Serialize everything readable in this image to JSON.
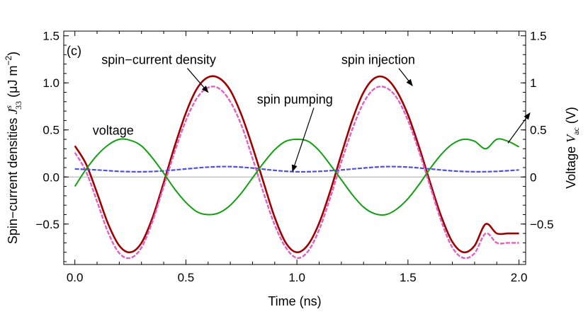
{
  "chart_data": {
    "type": "line",
    "panel_label": "(c)",
    "xlabel": "Time  (ns)",
    "ylabel_left": {
      "prefix": "Spin−current  densities  ",
      "symbol": "J",
      "superscript": "s",
      "subscript": "33",
      "unit": "  (μJ m",
      "unit_exp": "−2",
      "unit_close": ")"
    },
    "ylabel_right": {
      "prefix": "Voltage  ",
      "symbol": "V",
      "subscript": "ac",
      "unit": "  (V)"
    },
    "xlim": [
      -0.05,
      2.03
    ],
    "ylim": [
      -0.93,
      1.55
    ],
    "xticks": [
      {
        "value": 0.0,
        "label": "0.0"
      },
      {
        "value": 0.5,
        "label": "0.5"
      },
      {
        "value": 1.0,
        "label": "1.0"
      },
      {
        "value": 1.5,
        "label": "1.5"
      },
      {
        "value": 2.0,
        "label": "2.0"
      }
    ],
    "yticks_left": [
      {
        "value": -0.5,
        "label": "−0.5"
      },
      {
        "value": 0.0,
        "label": "0.0"
      },
      {
        "value": 0.5,
        "label": "0.5"
      },
      {
        "value": 1.0,
        "label": "1.0"
      },
      {
        "value": 1.5,
        "label": "1.5"
      }
    ],
    "yticks_right": [
      {
        "value": -0.5,
        "label": "−0.5"
      },
      {
        "value": 0.0,
        "label": "0"
      },
      {
        "value": 0.5,
        "label": "0.5"
      },
      {
        "value": 1.0,
        "label": "1"
      },
      {
        "value": 1.5,
        "label": "1.5"
      }
    ],
    "zero_line_color": "#aaaaaa",
    "series": [
      {
        "name": "spin−current density",
        "color": "#a00000",
        "style": "solid",
        "width": 2.6,
        "x": [
          0.0,
          0.05,
          0.1,
          0.15,
          0.2,
          0.25,
          0.3,
          0.35,
          0.4,
          0.45,
          0.5,
          0.55,
          0.6,
          0.65,
          0.7,
          0.75,
          0.8,
          0.85,
          0.9,
          0.95,
          1.0,
          1.05,
          1.1,
          1.15,
          1.2,
          1.25,
          1.3,
          1.35,
          1.4,
          1.45,
          1.5,
          1.55,
          1.6,
          1.65,
          1.7,
          1.75,
          1.8,
          1.85,
          1.9,
          1.95,
          2.0
        ],
        "y": [
          0.33,
          0.14,
          -0.17,
          -0.5,
          -0.73,
          -0.8,
          -0.7,
          -0.43,
          -0.06,
          0.33,
          0.68,
          0.94,
          1.06,
          1.05,
          0.92,
          0.66,
          0.32,
          -0.06,
          -0.43,
          -0.7,
          -0.8,
          -0.72,
          -0.49,
          -0.15,
          0.24,
          0.61,
          0.9,
          1.05,
          1.05,
          0.91,
          0.66,
          0.32,
          -0.06,
          -0.42,
          -0.69,
          -0.8,
          -0.73,
          -0.5,
          -0.6,
          -0.6,
          -0.6
        ]
      },
      {
        "name": "spin injection",
        "color": "#e060c0",
        "style": "dashed",
        "width": 2.4,
        "x": [
          0.0,
          0.05,
          0.1,
          0.15,
          0.2,
          0.25,
          0.3,
          0.35,
          0.4,
          0.45,
          0.5,
          0.55,
          0.6,
          0.65,
          0.7,
          0.75,
          0.8,
          0.85,
          0.9,
          0.95,
          1.0,
          1.05,
          1.1,
          1.15,
          1.2,
          1.25,
          1.3,
          1.35,
          1.4,
          1.45,
          1.5,
          1.55,
          1.6,
          1.65,
          1.7,
          1.75,
          1.8,
          1.85,
          1.9,
          1.95,
          2.0
        ],
        "y": [
          0.26,
          0.06,
          -0.26,
          -0.59,
          -0.81,
          -0.86,
          -0.75,
          -0.47,
          -0.1,
          0.27,
          0.6,
          0.84,
          0.95,
          0.94,
          0.8,
          0.55,
          0.2,
          -0.17,
          -0.51,
          -0.75,
          -0.86,
          -0.79,
          -0.56,
          -0.22,
          0.16,
          0.51,
          0.79,
          0.94,
          0.95,
          0.84,
          0.6,
          0.27,
          -0.1,
          -0.47,
          -0.75,
          -0.86,
          -0.81,
          -0.6,
          -0.7,
          -0.7,
          -0.7
        ]
      },
      {
        "name": "spin pumping",
        "color": "#5050e0",
        "style": "dashed",
        "width": 2.2,
        "x": [
          0.0,
          0.1,
          0.2,
          0.3,
          0.4,
          0.5,
          0.6,
          0.7,
          0.8,
          0.9,
          1.0,
          1.1,
          1.2,
          1.3,
          1.4,
          1.5,
          1.6,
          1.7,
          1.8,
          1.9,
          2.0
        ],
        "y": [
          0.085,
          0.075,
          0.06,
          0.055,
          0.065,
          0.085,
          0.105,
          0.11,
          0.095,
          0.07,
          0.055,
          0.06,
          0.075,
          0.095,
          0.11,
          0.105,
          0.085,
          0.065,
          0.055,
          0.06,
          0.075
        ]
      },
      {
        "name": "voltage",
        "color": "#10a010",
        "style": "solid",
        "width": 2.0,
        "x": [
          0.0,
          0.05,
          0.1,
          0.15,
          0.2,
          0.25,
          0.3,
          0.35,
          0.4,
          0.45,
          0.5,
          0.55,
          0.6,
          0.65,
          0.7,
          0.75,
          0.8,
          0.85,
          0.9,
          0.95,
          1.0,
          1.05,
          1.1,
          1.15,
          1.2,
          1.25,
          1.3,
          1.35,
          1.4,
          1.45,
          1.5,
          1.55,
          1.6,
          1.65,
          1.7,
          1.75,
          1.8,
          1.85,
          1.9,
          1.95,
          2.0
        ],
        "y": [
          -0.1,
          0.08,
          0.23,
          0.34,
          0.4,
          0.39,
          0.33,
          0.2,
          0.04,
          -0.13,
          -0.27,
          -0.37,
          -0.4,
          -0.38,
          -0.3,
          -0.17,
          -0.01,
          0.15,
          0.29,
          0.38,
          0.4,
          0.38,
          0.28,
          0.13,
          -0.03,
          -0.19,
          -0.32,
          -0.39,
          -0.4,
          -0.34,
          -0.23,
          -0.08,
          0.09,
          0.24,
          0.35,
          0.4,
          0.38,
          0.3,
          0.4,
          0.38,
          0.32
        ]
      }
    ],
    "annotations": [
      {
        "text": "spin−current density",
        "x": 0.12,
        "y": 1.2,
        "arrow_to": [
          0.6,
          0.9
        ]
      },
      {
        "text": "spin injection",
        "x": 1.2,
        "y": 1.2,
        "arrow_to": [
          1.52,
          0.97
        ]
      },
      {
        "text": "spin pumping",
        "x": 0.82,
        "y": 0.78,
        "arrow_to": [
          0.98,
          0.06
        ]
      },
      {
        "text": "voltage",
        "x": 0.08,
        "y": 0.45
      },
      {
        "text": "",
        "x": 1.95,
        "y": 0.36,
        "arrow_to": [
          2.1,
          0.68
        ]
      }
    ]
  }
}
